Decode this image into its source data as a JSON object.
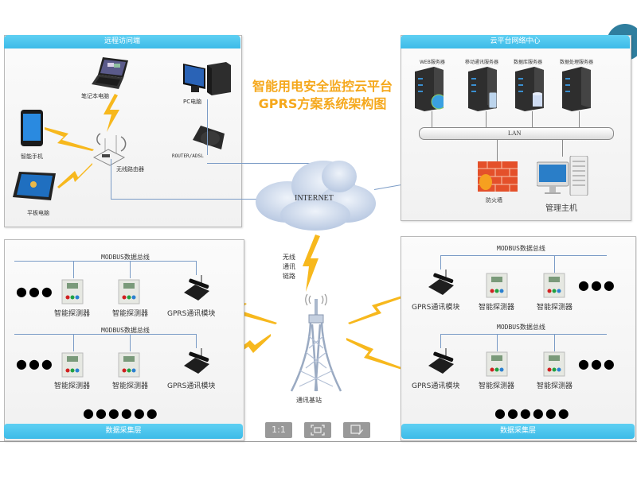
{
  "title": {
    "line1": "智能用电安全监控云平台",
    "line2": "GPRS方案系统架构图"
  },
  "remote_panel": {
    "header": "远程访问端",
    "devices": {
      "laptop": "笔记本电脑",
      "pc": "PC电脑",
      "phone": "智能手机",
      "wireless_router": "无线路由器",
      "router_adsl": "ROUTER/ADSL",
      "tablet": "平板电脑"
    }
  },
  "cloud_panel": {
    "header": "云平台网络中心",
    "servers": [
      "WEB服务器",
      "移动通讯服务器",
      "数据库服务器",
      "数据处理服务器"
    ],
    "lan_label": "LAN",
    "firewall": "防火墙",
    "admin_host": "管理主机"
  },
  "internet_label": "INTERNET",
  "wireless_link_label": [
    "无线",
    "通讯",
    "链路"
  ],
  "base_station_label": "通讯基站",
  "left_collection": {
    "footer": "数据采集层",
    "buses": [
      {
        "label": "MODBUS数据总线",
        "devices": [
          "智能探测器",
          "智能探测器",
          "GPRS通讯模块"
        ]
      },
      {
        "label": "MODBUS数据总线",
        "devices": [
          "智能探测器",
          "智能探测器",
          "GPRS通讯模块"
        ]
      }
    ]
  },
  "right_collection": {
    "footer": "数据采集层",
    "buses": [
      {
        "label": "MODBUS数据总线",
        "devices": [
          "GPRS通讯模块",
          "智能探测器",
          "智能探测器"
        ]
      },
      {
        "label": "MODBUS数据总线",
        "devices": [
          "GPRS通讯模块",
          "智能探测器",
          "智能探测器"
        ]
      }
    ]
  },
  "ellipsis_short": "●●●",
  "ellipsis_long": "●●●●●●",
  "toolbar": {
    "actual_size": "1:1",
    "fit_icon": "fit-screen-icon",
    "edit_icon": "edit-icon"
  },
  "close_icon": "close-icon",
  "colors": {
    "header_bar": "#3dbbe8",
    "title": "#f5a81c",
    "bus_line": "#7a9bc6",
    "lightning": "#f7b81d"
  }
}
